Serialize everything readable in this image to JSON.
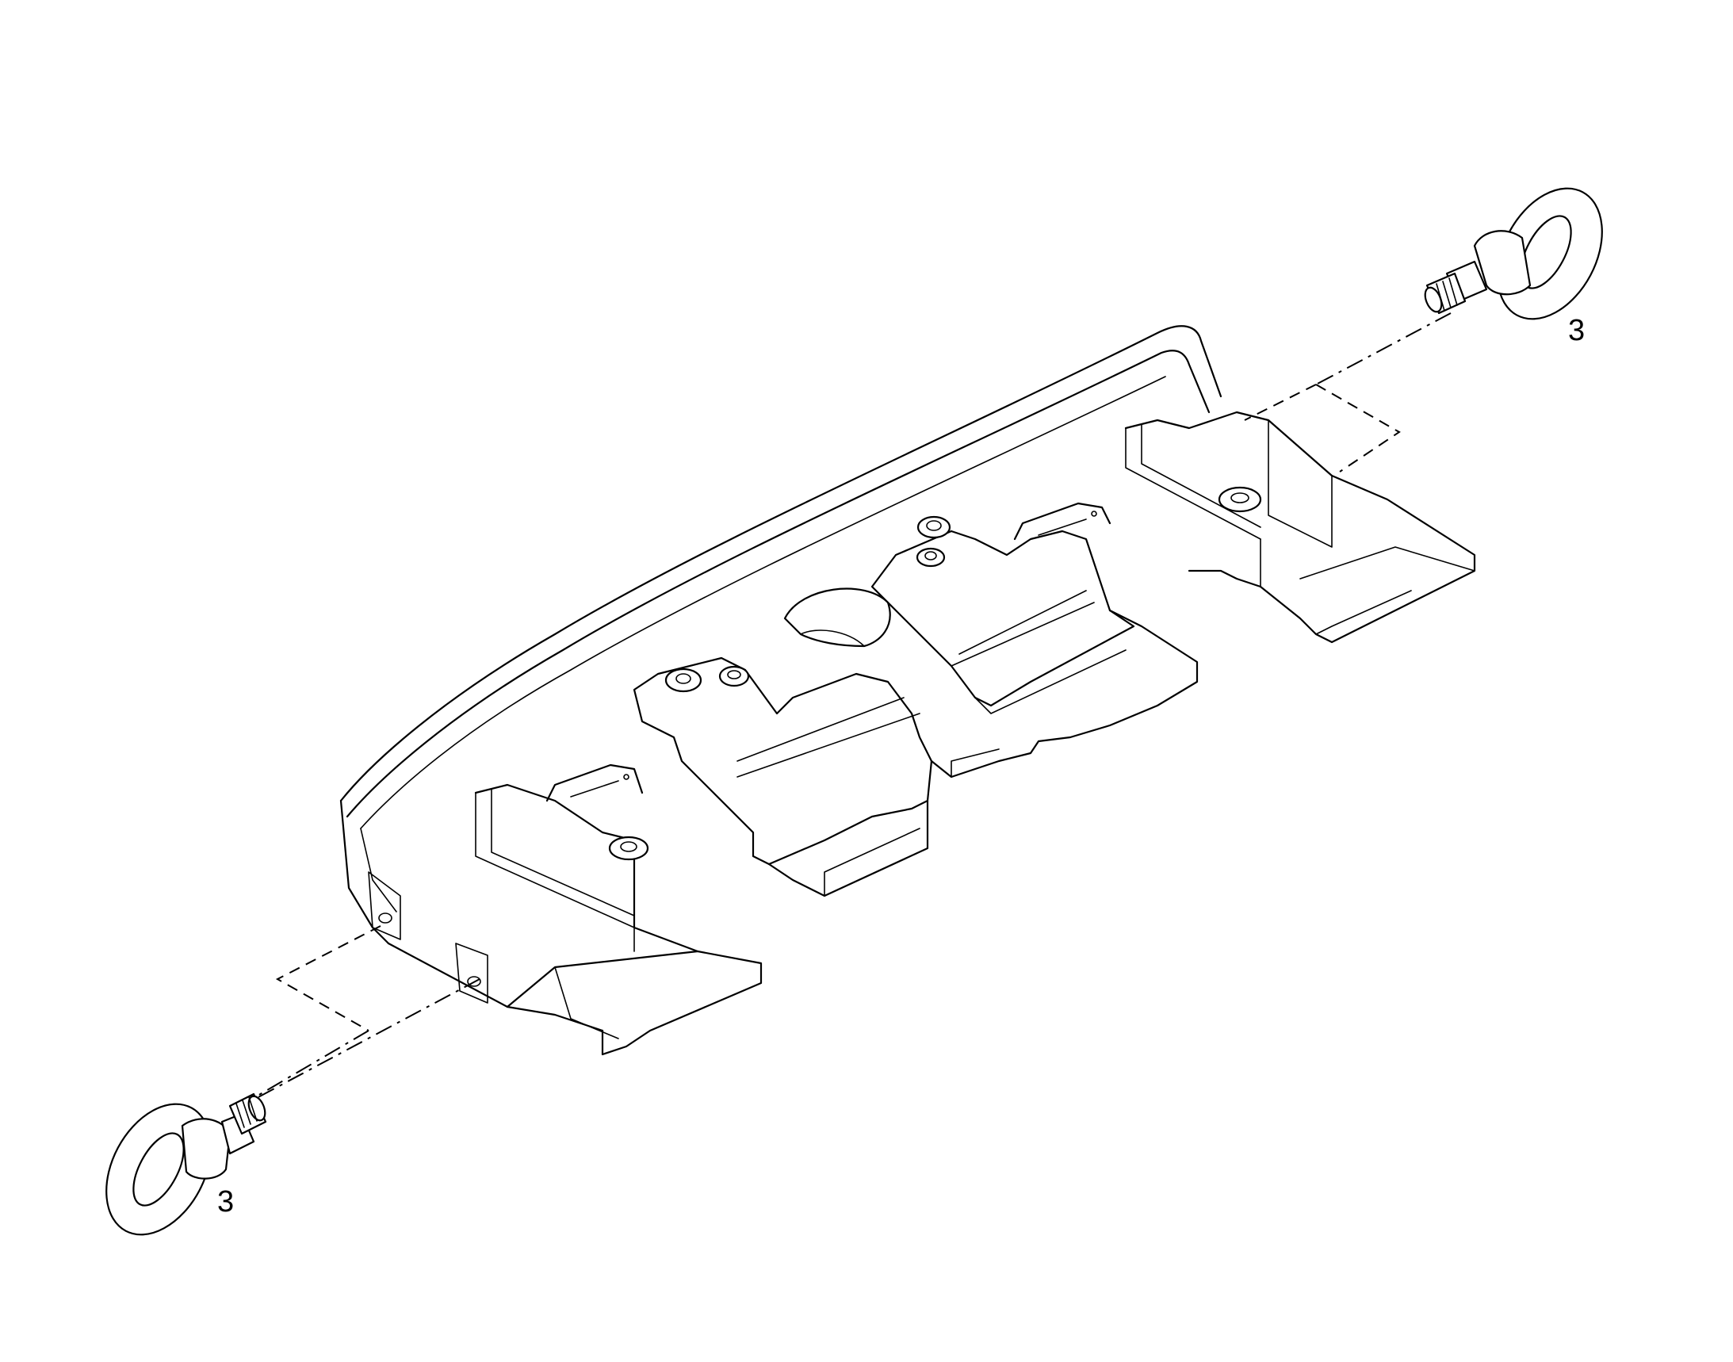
{
  "callouts": [
    {
      "label": "3"
    },
    {
      "label": "3"
    }
  ],
  "parts": {
    "counterweight": "counterweight-body",
    "eye_bolt": "eye-bolt"
  }
}
